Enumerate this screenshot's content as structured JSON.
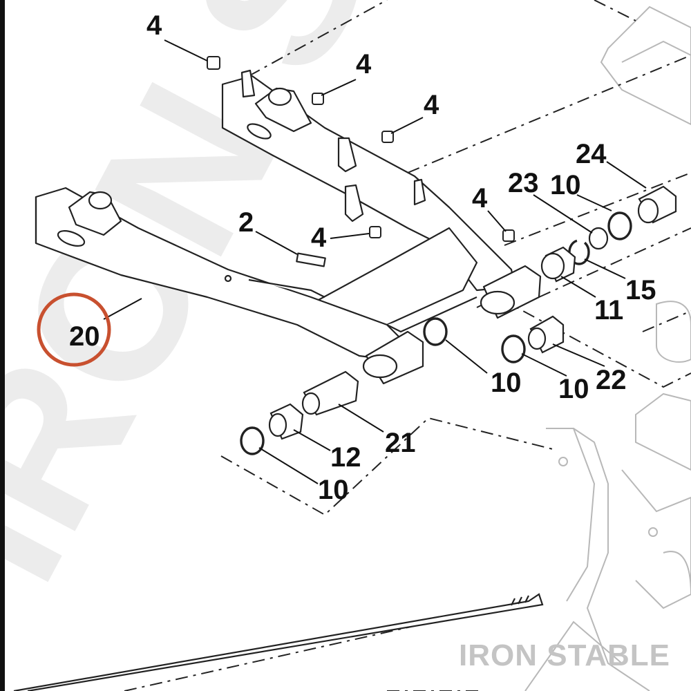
{
  "watermark": {
    "large_text": "IRON STABLE",
    "corner_text": "IRON STABLE"
  },
  "highlight_color": "#c8502f",
  "callouts": {
    "c4a": "4",
    "c4b": "4",
    "c4c": "4",
    "c4d": "4",
    "c4e": "4",
    "c2": "2",
    "c20": "20",
    "c24": "24",
    "c23": "23",
    "c10a": "10",
    "c15": "15",
    "c11": "11",
    "c10b": "10",
    "c10c": "10",
    "c22": "22",
    "c21": "21",
    "c12": "12",
    "c10d": "10"
  }
}
